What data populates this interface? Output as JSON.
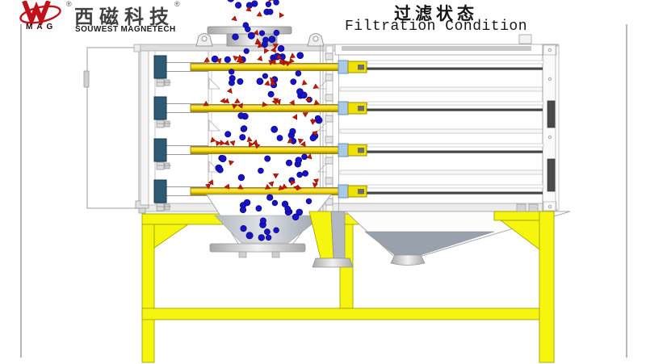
{
  "header": {
    "logo": {
      "emblem_text": "MAG",
      "registered": "®",
      "brand_cn": "西磁科技",
      "brand_en": "SOUWEST MAGNETECH"
    },
    "title": {
      "cn": "过滤状态",
      "en": "Filtration Condition"
    }
  },
  "colors": {
    "brand_red": "#c1121c",
    "rod_yellow": "#f2d400",
    "stand_yellow": "#f5f50e",
    "holder_blue": "#2f5a73",
    "connector_blue": "#a9c9e9",
    "block_yellow": "#f0e200",
    "particle_blue": "#1713c9",
    "particle_blue_stroke": "#0a0786",
    "particle_red": "#c41804",
    "particle_red_stroke": "#7e0e00"
  },
  "particles": {
    "seed": 7,
    "zones": [
      {
        "x": [
          285,
          350
        ],
        "y": [
          -4,
          32
        ],
        "blue": 9,
        "red": 6
      },
      {
        "x": [
          284,
          348
        ],
        "y": [
          33,
          57
        ],
        "blue": 8,
        "red": 5
      },
      {
        "x": [
          263,
          398
        ],
        "y": [
          60,
          74
        ],
        "blue": 9,
        "red": 5
      },
      {
        "x": [
          263,
          400
        ],
        "y": [
          88,
          124
        ],
        "blue": 15,
        "red": 7
      },
      {
        "x": [
          263,
          400
        ],
        "y": [
          141,
          176
        ],
        "blue": 15,
        "red": 6
      },
      {
        "x": [
          263,
          400
        ],
        "y": [
          193,
          227
        ],
        "blue": 14,
        "red": 4
      },
      {
        "x": [
          272,
          392
        ],
        "y": [
          243,
          266
        ],
        "blue": 12,
        "red": 0
      },
      {
        "x": [
          292,
          368
        ],
        "y": [
          267,
          296
        ],
        "blue": 9,
        "red": 0
      }
    ],
    "rod_clusters": [
      {
        "x": [
          255,
          395
        ],
        "y": [
          71,
          79
        ],
        "n": 13
      },
      {
        "x": [
          255,
          395
        ],
        "y": [
          123,
          131
        ],
        "n": 12
      },
      {
        "x": [
          262,
          390
        ],
        "y": [
          174,
          182
        ],
        "n": 11
      },
      {
        "x": [
          256,
          395
        ],
        "y": [
          226,
          234
        ],
        "n": 12
      }
    ]
  }
}
